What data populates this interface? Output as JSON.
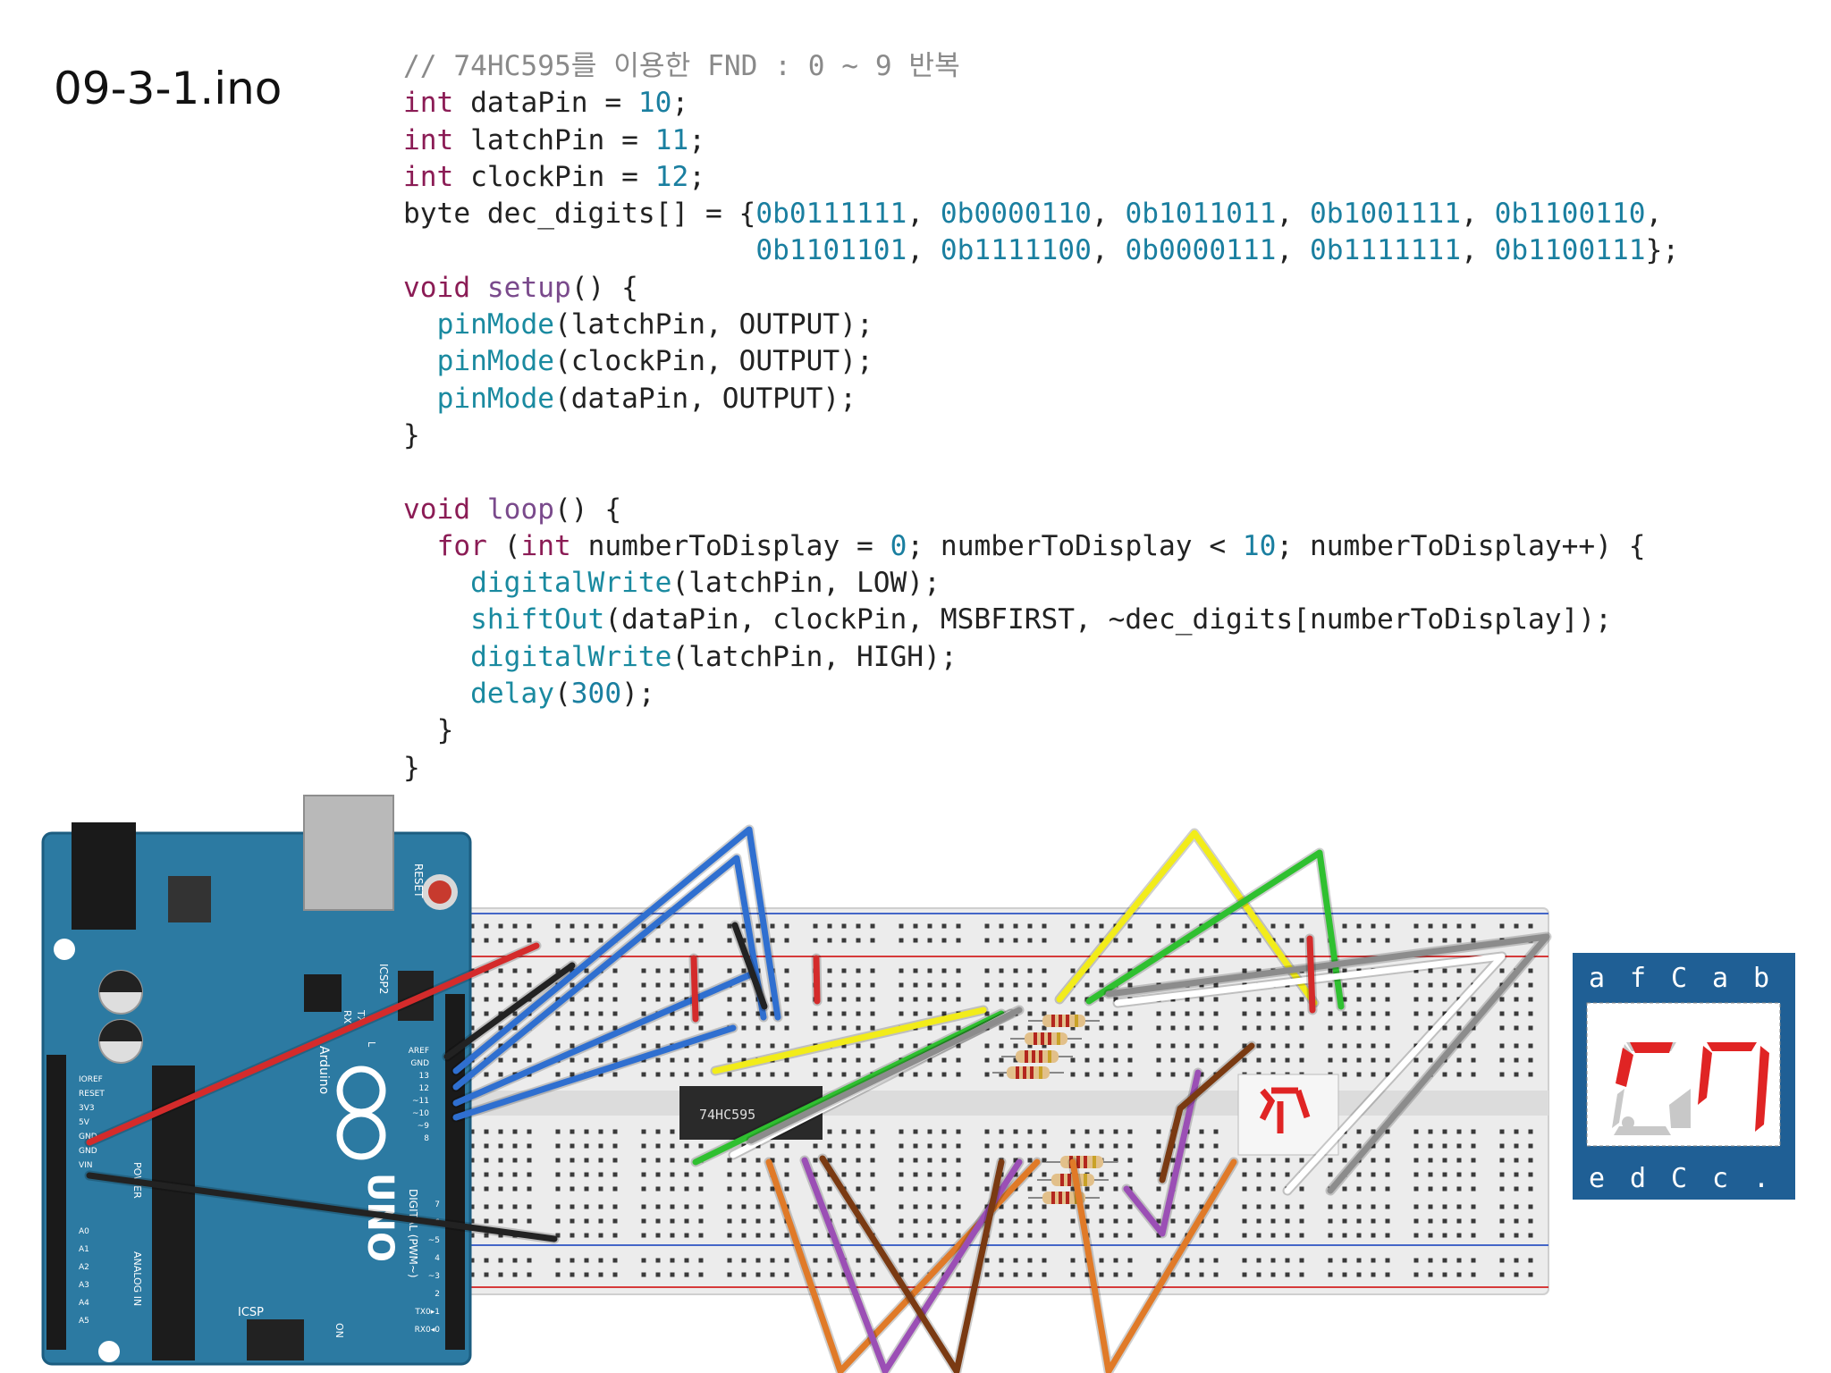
{
  "title": "09-3-1.ino",
  "code": {
    "line1": "// 74HC595를 이용한 FND : 0 ~ 9 반복",
    "int_kw": "int",
    "datapin_decl": " dataPin = ",
    "latchpin_decl": " latchPin = ",
    "clockpin_decl": " clockPin = ",
    "datapin_value": "10",
    "latchpin_value": "11",
    "clockpin_value": "12",
    "semicolon": ";",
    "byte_decl": "byte dec_digits[] = {",
    "digits_row1": [
      "0b0111111",
      "0b0000110",
      "0b1011011",
      "0b1001111",
      "0b1100110"
    ],
    "digits_row2": [
      "0b1101101",
      "0b1111100",
      "0b0000111",
      "0b1111111",
      "0b1100111"
    ],
    "sep": ", ",
    "row1_end": ",",
    "row2_end": "};",
    "row2_indent": "                     ",
    "void_kw": "void",
    "setup_fn": "setup",
    "loop_fn": "loop",
    "fn_open": "() {",
    "pinmode": "pinMode",
    "pinmode_args": [
      "(latchPin, OUTPUT);",
      "(clockPin, OUTPUT);",
      "(dataPin, OUTPUT);"
    ],
    "close_brace": "}",
    "for_kw": "for",
    "for_paren": " (",
    "for_var": " numberToDisplay = ",
    "for_start": "0",
    "for_cond": "; numberToDisplay < ",
    "for_end": "10",
    "for_tail": "; numberToDisplay++) {",
    "digitalwrite": "digitalWrite",
    "dw_low_args": "(latchPin, LOW);",
    "dw_high_args": "(latchPin, HIGH);",
    "shiftout": "shiftOut",
    "shiftout_args": "(dataPin, clockPin, MSBFIRST, ~dec_digits[numberToDisplay]);",
    "delay": "delay",
    "delay_value": "300",
    "delay_close": ");"
  },
  "board": {
    "brand": "Arduino",
    "model": "UNO",
    "reset_label": "RESET",
    "icsp_label": "ICSP",
    "icsp2_label": "ICSP2",
    "tx_label": "TX",
    "rx_label": "RX",
    "l_label": "L",
    "on_label": "ON",
    "digital_label": "DIGITAL (PWM~)",
    "analog_label": "ANALOG IN",
    "power_label": "POWER",
    "header_pins": [
      "AREF",
      "GND",
      "13",
      "12",
      "~11",
      "~10",
      "~9",
      "8"
    ],
    "header_pins_low": [
      "7",
      "~6",
      "~5",
      "4",
      "~3",
      "2",
      "TX0▸1",
      "RX0◂0"
    ],
    "power_pins": [
      "IOREF",
      "RESET",
      "3V3",
      "5V",
      "GND",
      "GND",
      "VIN"
    ],
    "analog_pins": [
      "A0",
      "A1",
      "A2",
      "A3",
      "A4",
      "A5"
    ]
  },
  "chip_label": "74HC595",
  "fnd_top_labels": [
    "a",
    "f",
    "C",
    "a",
    "b"
  ],
  "fnd_bottom_labels": [
    "e",
    "d",
    "C",
    "c",
    "."
  ],
  "colors": {
    "board": "#2c7aa2",
    "wire_red": "#d42b2b",
    "wire_black": "#222222",
    "wire_blue": "#2f6fd0",
    "wire_yellow": "#f2ec1a",
    "wire_green": "#2fc030",
    "wire_gray": "#8c8c8c",
    "wire_white": "#ffffff",
    "wire_orange": "#e07a28",
    "wire_purple": "#9b4fb5",
    "wire_brown": "#7a3a12",
    "segment_on": "#e02424",
    "segment_off": "#c8c8c8",
    "fnd_panel": "#1f5f95"
  }
}
